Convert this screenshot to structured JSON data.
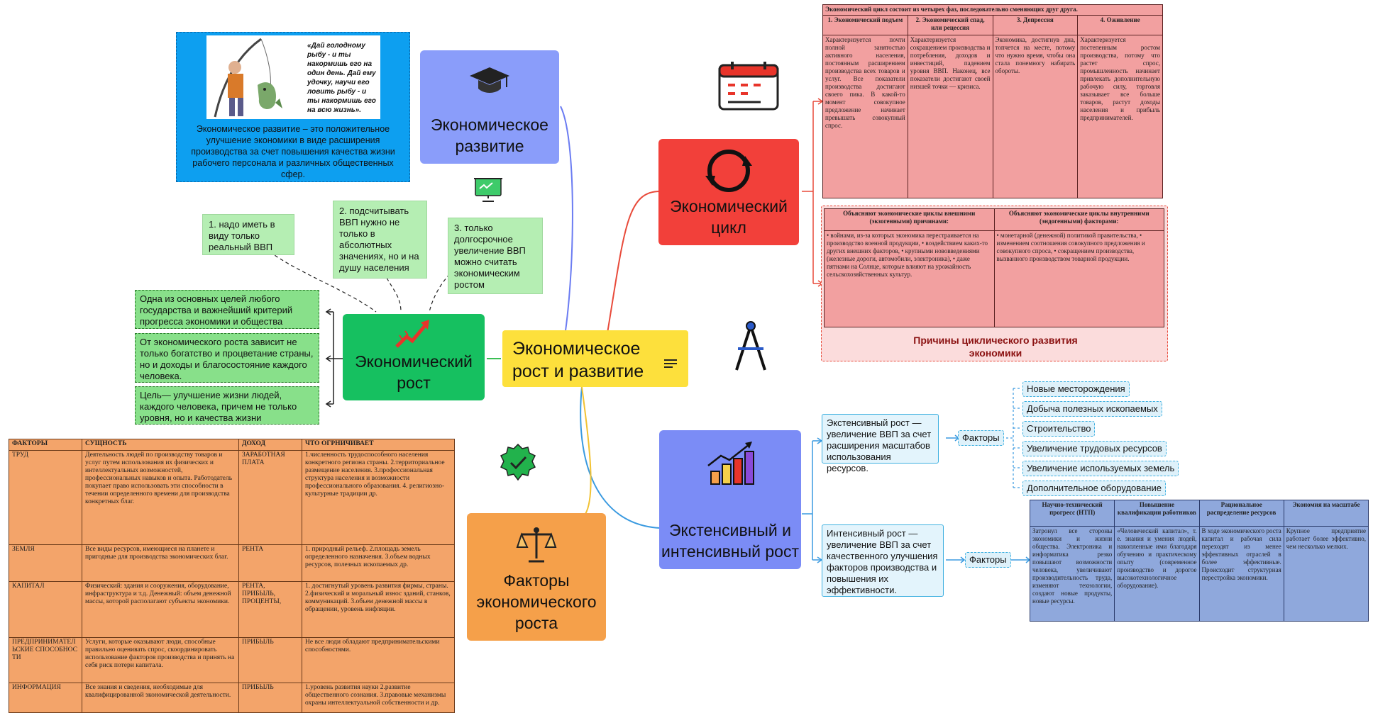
{
  "central": {
    "label": "Экономическое рост и развитие"
  },
  "topics": {
    "development": "Экономическое развитие",
    "cycle": "Экономический цикл",
    "growth": "Экономический рост",
    "extensive": "Экстенсивный и интенсивный рост",
    "factors": "Факторы экономического роста"
  },
  "development_note": {
    "quote": "«Дай голодному рыбу - и ты накормишь его на один день. Дай ему удочку, научи его ловить рыбу - и ты накормишь его на всю жизнь».",
    "text": "Экономическое развитие – это положительное улучшение экономики в виде расширения производства за счет повышения качества жизни рабочего персонала и различных общественных сфер."
  },
  "growth_notes": {
    "n1": "1. надо иметь в виду только реальный ВВП",
    "n2": "2. подсчитывать ВВП нужно не только в абсолютных значениях, но и на душу населения",
    "n3": "3. только долгосрочное увеличение ВВП можно считать экономическим ростом",
    "g1": "Одна из основных целей любого государства и важнейший критерий прогресса экономики и общества",
    "g2": "От экономического роста зависит не только богатство и процветание страны, но и доходы и благосостояние каждого человека.",
    "g3": "Цель— улучшение жизни людей, каждого человека, причем не только уровня, но и качества жизни"
  },
  "cycle_table": {
    "title": "Экономический цикл состоит из четырех фаз, последовательно сменяющих друг друга.",
    "headers": [
      "1. Экономический подъем",
      "2. Экономический спад, или рецессия",
      "3. Депрессия",
      "4. Оживление"
    ],
    "cells": [
      "Характеризуется почти полной занятостью активного населения, постоянным расширением производства всех товаров и услуг. Все показатели производства достигают своего пика. В какой-то момент совокупное предложение начинает превышать совокупный спрос.",
      "Характеризуется сокращением производства и потребления, доходов и инвестиций, падением уровня ВВП. Наконец, все показатели достигают своей низшей точки — кризиса.",
      "Экономика, достигнув дна, топчется на месте, потому что нужно время, чтобы она стала понемногу набирать обороты.",
      "Характеризуется постепенным ростом производства, потому что растет спрос, промышленность начинает привлекать дополнительную рабочую силу, торговля заказывает все больше товаров, растут доходы населения и прибыль предпринимателей."
    ]
  },
  "causes_table": {
    "h_left": "Объясняют экономические циклы внешними (экзогенными) причинами:",
    "h_right": "Объясняют экономические циклы внутренними (эндогенными) факторами:",
    "left": "• войнами, из-за которых экономика перестраивается на производство военной продукции, • воздействием каких-то других внешних факторов, • крупными нововведениями (железные дороги, автомобили, электроника), • даже пятнами на Солнце, которые влияют на урожайность сельскохозяйственных культур.",
    "right": "• монетарной (денежной) политикой правительства, • изменением соотношения совокупного предложения и совокупного спроса, • сокращением производства, вызванного производством товарной продукции.",
    "caption": "Причины циклического развития экономики"
  },
  "extensive": {
    "ext_note": "Экстенсивный рост — увеличение ВВП за счет расширения масштабов использования ресурсов.",
    "int_note": "Интенсивный рост — увеличение ВВП за счет качественного улучшения факторов производства и повышения их эффективности.",
    "factors_label": "Факторы",
    "tags": [
      "Новые месторождения",
      "Добыча полезных ископаемых",
      "Строительство",
      "Увеличение трудовых ресурсов",
      "Увеличение используемых земель",
      "Дополнительное оборудование"
    ]
  },
  "int_table": {
    "headers": [
      "Научно-технический прогресс (НТП)",
      "Повышение квалификации работников",
      "Рациональное распределение ресурсов",
      "Экономия на масштабе"
    ],
    "cells": [
      "Затронул все стороны экономики и жизни общества. Электроника и информатика резко повышают возможности человека, увеличивают производительность труда, изменяют технологии, создают новые продукты, новые ресурсы.",
      "«Человеческий капитал», т. е. знания и умения людей, накопленные ими благодаря обучению и практическому опыту (современное производство и дорогое высокотехнологичное оборудование).",
      "В ходе экономического роста капитал и рабочая сила переходят из менее эффективных отраслей в более эффективные. Происходит структурная перестройка экономики.",
      "Крупное предприятие работает более эффективно, чем несколько мелких."
    ]
  },
  "factors_table": {
    "headers": [
      "ФАКТОРЫ",
      "СУЩНОСТЬ",
      "ДОХОД",
      "ЧТО ОГРНИЧИВАЕТ"
    ],
    "rows": [
      [
        "ТРУД",
        "Деятельность людей по производству товаров и услуг путем использования их физических и интеллектуальных возможностей, профессиональных навыков и опыта. Работодатель покупает право использовать эти способности в течении определенного времени для производства конкретных благ.",
        "ЗАРАБОТНАЯ ПЛАТА",
        "1.численность трудоспособного населения конкретного региона страны. 2.территориальное размещение населения. 3.профессиональная структура населения и возможности профессионального образования. 4. религиозно-культурные традиции др."
      ],
      [
        "ЗЕМЛЯ",
        "Все виды ресурсов, имеющиеся на планете и пригодные для производства экономических благ.",
        "РЕНТА",
        "1. природный рельеф. 2.площадь земель определенного назначения. 3.объем водных ресурсов, полезных ископаемых др."
      ],
      [
        "КАПИТАЛ",
        "Физический: здания и сооружения, оборудование, инфраструктура и т.д. Денежный: объем денежной массы, которой располагают субъекты экономики.",
        "РЕНТА, ПРИБЫЛЬ, ПРОЦЕНТЫ,",
        "1. достигнутый уровень развития фирмы, страны. 2.физический и моральный износ зданий, станков, коммуникаций. 3.объем денежной массы в обращении, уровень инфляции."
      ],
      [
        "ПРЕДПРИНИМАТЕЛЬСКИЕ СПОСОБНОСТИ",
        "Услуги, которые оказывают люди, способные правильно оценивать спрос, скоординировать использование факторов производства и принять на себя риск потери капитала.",
        "ПРИБЫЛЬ",
        "Не все люди обладают предпринимательскими способностями."
      ],
      [
        "ИНФОРМАЦИЯ",
        "Все знания и сведения, необходимые для квалифицированной экономической деятельности.",
        "ПРИБЫЛЬ",
        "1.уровень развития науки 2.развитие общественного сознания. 3.правовые механизмы охраны интеллектуальной собственности и др."
      ]
    ]
  },
  "icons": [
    "graduation-cap-icon",
    "calendar-icon",
    "cycle-arrows-icon",
    "chart-up-arrow-icon",
    "bar-chart-icon",
    "presentation-board-icon",
    "compass-icon",
    "check-badge-icon",
    "scales-icon",
    "notes-icon"
  ],
  "colors": {
    "central": "#fde03c",
    "development": "#8a9dfa",
    "cycle": "#f2403a",
    "growth": "#16c060",
    "extensive": "#7b8cf6",
    "factors": "#f5a04a"
  }
}
